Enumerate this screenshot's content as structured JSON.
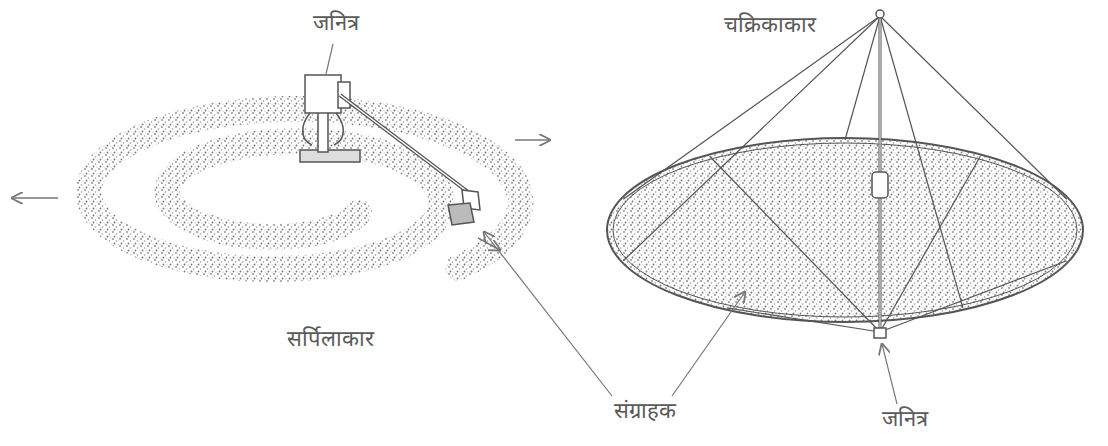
{
  "diagram": {
    "labels": [
      "जनित्र",
      "चक्रिकाकार",
      "सर्पिलाकार",
      "संग्राहक",
      "जनित्र"
    ]
  }
}
